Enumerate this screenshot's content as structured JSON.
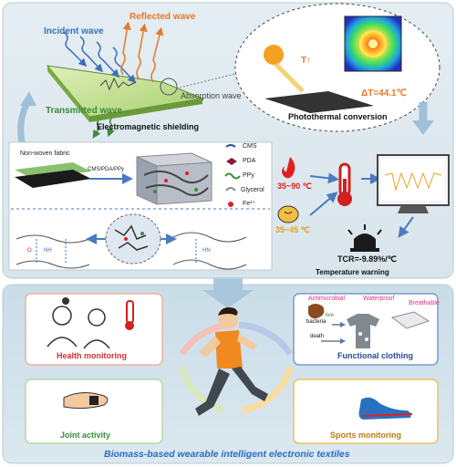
{
  "colors": {
    "incident": "#3b6fb6",
    "reflected": "#e8782a",
    "transmitted": "#3a8a3a",
    "red": "#e02020",
    "orange": "#e8a020",
    "pink": "#e0308a",
    "footer_blue": "#2a6cc0",
    "panel_top": "#dfe9ef",
    "panel_bottom": "#d6e6ef"
  },
  "top": {
    "incident_wave": "Incident wave",
    "reflected_wave": "Reflected wave",
    "absorption_wave": "Absorption wave",
    "transmitted_wave": "Transmitted wave",
    "em_shielding": "Electromagnetic shielding",
    "photothermal": {
      "t_label": "T↑",
      "delta_t": "ΔT=44.1℃",
      "title": "Photothermal conversion"
    }
  },
  "middle": {
    "non_woven": "Non-woven fabric",
    "coating": "CMS/PDA/PPy",
    "legend": [
      "CMS",
      "PDA",
      "PPy",
      "Glycerol",
      "Fe³⁺"
    ],
    "range_high": "35~90 ℃",
    "range_low": "35~45 ℃",
    "tcr": "TCR=-9.89%/℃",
    "temp_warning": "Temperature warning",
    "nh_label": "NH",
    "hn_label": "HN",
    "o_label": "O"
  },
  "bottom": {
    "health": "Health monitoring",
    "functional": "Functional clothing",
    "antimicrobial": "Antimicrobial",
    "waterproof": "Waterproof",
    "breathable": "Breathable",
    "live": "live",
    "bacteria": "bacteria",
    "death": "death",
    "joint": "Joint activity",
    "sports": "Sports monitoring",
    "footer": "Biomass-based wearable intelligent electronic textiles"
  }
}
